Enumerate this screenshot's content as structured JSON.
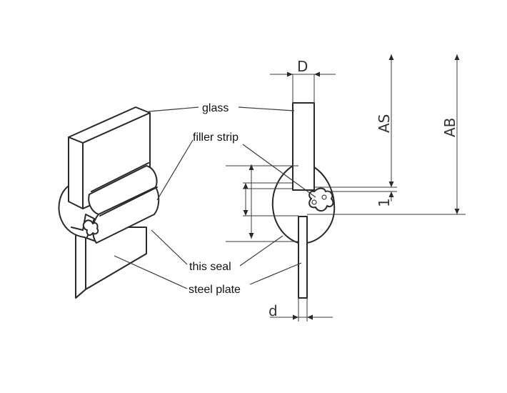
{
  "labels": {
    "glass": "glass",
    "filler_strip": "filler strip",
    "this_seal": "this seal",
    "steel_plate": "steel plate"
  },
  "dimensions": {
    "d_upper": "D",
    "d_lower": "d",
    "as": "AS",
    "ab": "AB",
    "one": "1"
  }
}
